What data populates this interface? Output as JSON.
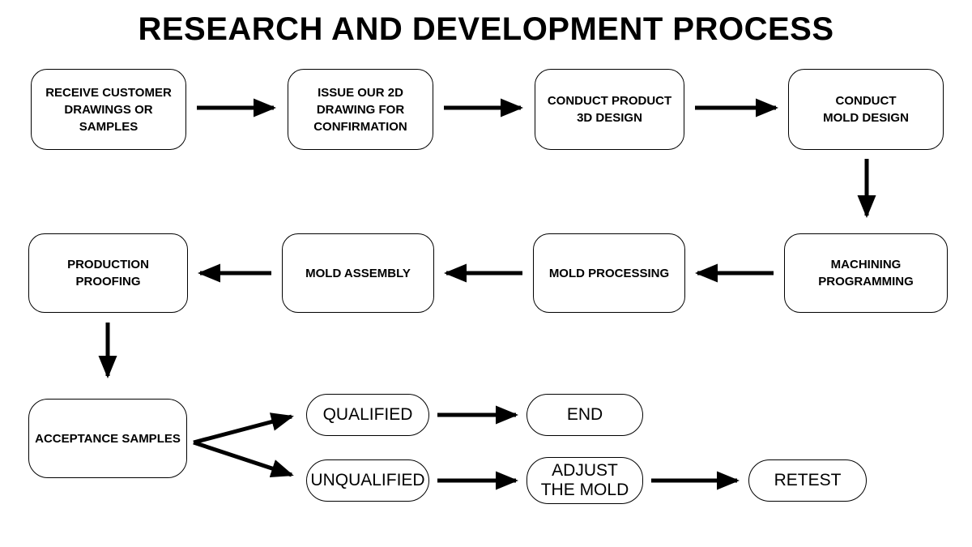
{
  "title": "RESEARCH AND DEVELOPMENT PROCESS",
  "nodes": {
    "receive_customer": {
      "label": "RECEIVE CUSTOMER\nDRAWINGS OR SAMPLES"
    },
    "issue_2d": {
      "label": "ISSUE OUR 2D\nDRAWING FOR\nCONFIRMATION"
    },
    "product_3d": {
      "label": "CONDUCT PRODUCT\n3D DESIGN"
    },
    "mold_design": {
      "label": "CONDUCT\nMOLD DESIGN"
    },
    "machining": {
      "label": "MACHINING\nPROGRAMMING"
    },
    "mold_processing": {
      "label": "MOLD PROCESSING"
    },
    "mold_assembly": {
      "label": "MOLD ASSEMBLY"
    },
    "production_proofing": {
      "label": "PRODUCTION PROOFING"
    },
    "acceptance_samples": {
      "label": "ACCEPTANCE SAMPLES"
    },
    "qualified": {
      "label": "QUALIFIED"
    },
    "end": {
      "label": "END"
    },
    "unqualified": {
      "label": "UNQUALIFIED"
    },
    "adjust_mold": {
      "label": "ADJUST\nTHE MOLD"
    },
    "retest": {
      "label": "RETEST"
    }
  },
  "colors": {
    "background": "#ffffff",
    "line": "#000000",
    "box_fill": "#ffffff",
    "text": "#000000"
  }
}
